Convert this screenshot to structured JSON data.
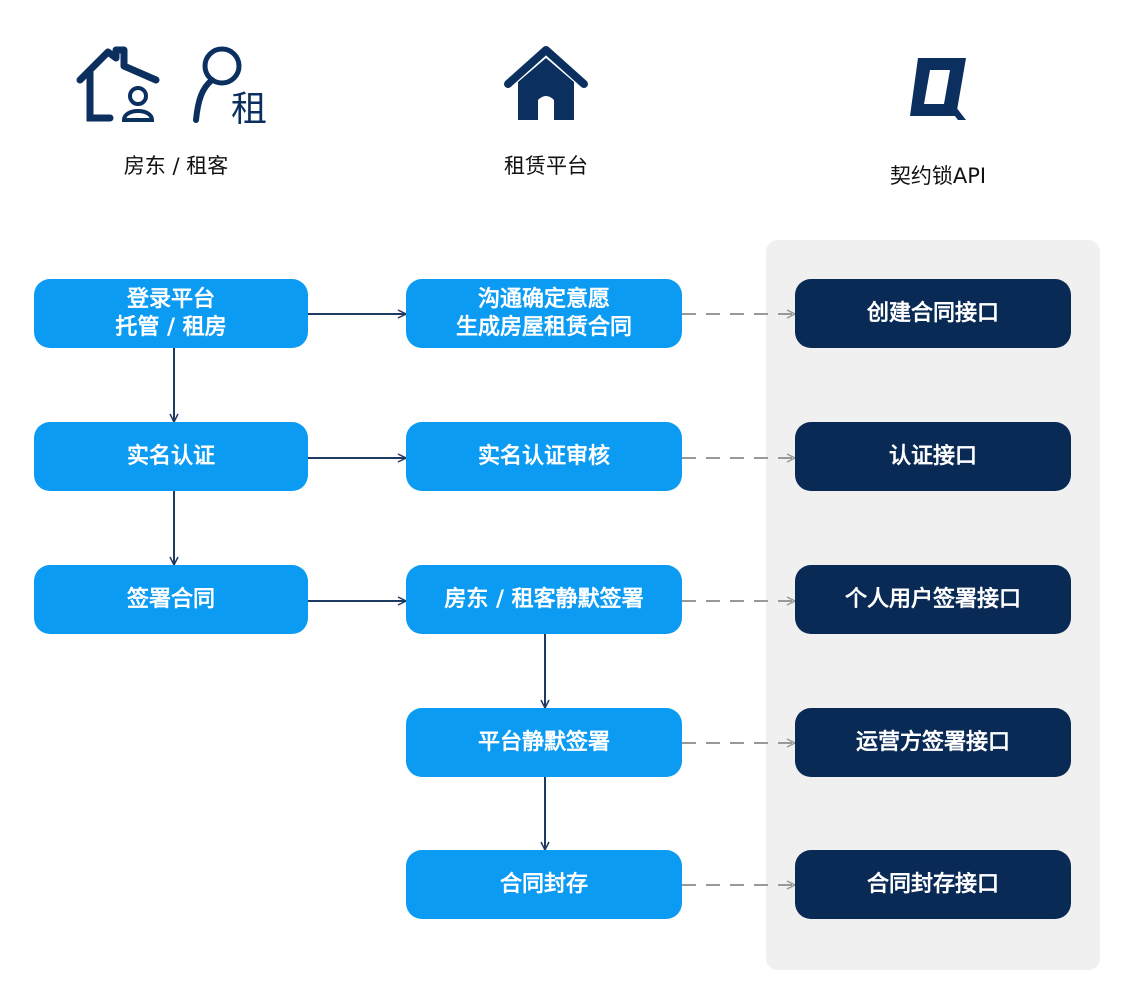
{
  "columns": {
    "landlord_tenant": {
      "title": "房东 / 租客",
      "icons": [
        "house-user-icon",
        "person-rent-icon"
      ],
      "icon_glyph": "租"
    },
    "platform": {
      "title": "租赁平台",
      "icons": [
        "house-icon"
      ]
    },
    "api": {
      "title": "契约锁API",
      "icons": [
        "qiyuesuo-logo-icon"
      ]
    }
  },
  "colors": {
    "blue_box": "#0c9bf3",
    "navy_box": "#0a2a56",
    "panel": "#f0f0f0",
    "arrow": "#1f3a60",
    "dashed": "#999999"
  },
  "left_steps": [
    {
      "lines": [
        "登录平台",
        "托管 / 租房"
      ]
    },
    {
      "lines": [
        "实名认证"
      ]
    },
    {
      "lines": [
        "签署合同"
      ]
    }
  ],
  "middle_steps": [
    {
      "lines": [
        "沟通确定意愿",
        "生成房屋租赁合同"
      ]
    },
    {
      "lines": [
        "实名认证审核"
      ]
    },
    {
      "lines": [
        "房东 / 租客静默签署"
      ]
    },
    {
      "lines": [
        "平台静默签署"
      ]
    },
    {
      "lines": [
        "合同封存"
      ]
    }
  ],
  "api_steps": [
    {
      "lines": [
        "创建合同接口"
      ]
    },
    {
      "lines": [
        "认证接口"
      ]
    },
    {
      "lines": [
        "个人用户签署接口"
      ]
    },
    {
      "lines": [
        "运营方签署接口"
      ]
    },
    {
      "lines": [
        "合同封存接口"
      ]
    }
  ]
}
